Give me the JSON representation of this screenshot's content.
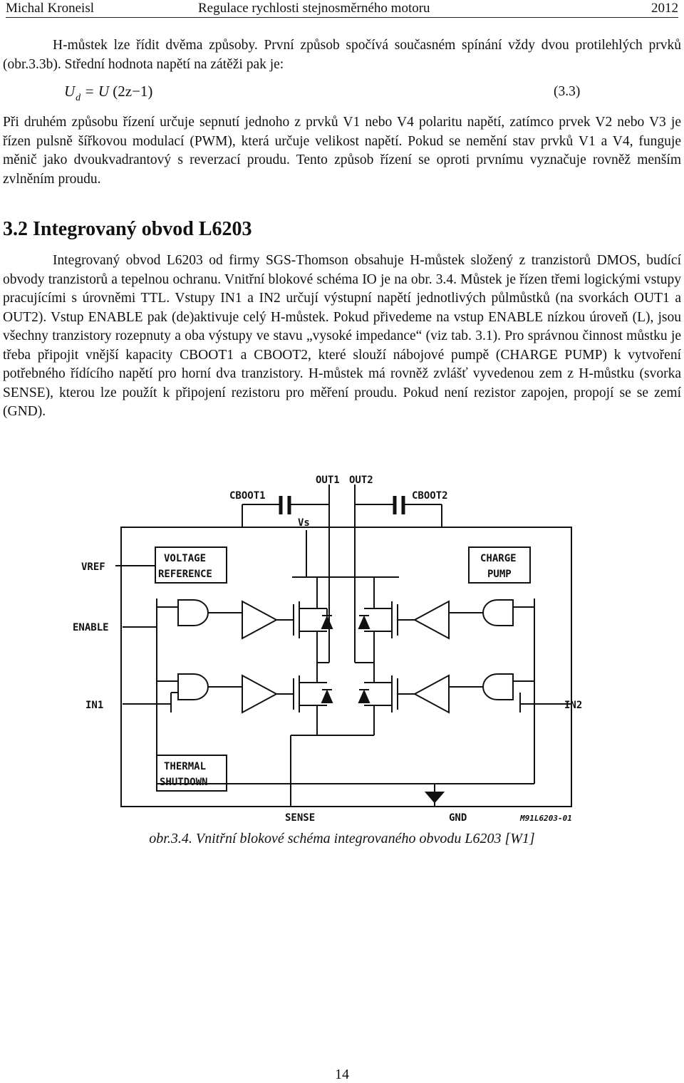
{
  "header": {
    "author": "Michal Kroneisl",
    "title": "Regulace rychlosti stejnosměrného motoru",
    "year": "2012"
  },
  "paragraph1": "H-můstek lze řídit dvěma způsoby. První způsob spočívá současném spínání vždy dvou protilehlých prvků (obr.3.3b). Střední hodnota napětí na zátěži pak je:",
  "equation": {
    "lhs": "U",
    "subscript": "d",
    "rhs_u": "= U",
    "rhs_expr": "(2z−1)",
    "number": "(3.3)"
  },
  "paragraph2": "Při druhém způsobu řízení určuje sepnutí jednoho z prvků V1 nebo V4 polaritu napětí, zatímco prvek V2 nebo V3 je řízen pulsně šířkovou modulací (PWM), která určuje velikost napětí. Pokud se nemění stav prvků V1 a V4, funguje měnič jako dvoukvadrantový s reverzací proudu. Tento způsob řízení se oproti prvnímu vyznačuje rovněž menším zvlněním proudu.",
  "section_heading": "3.2 Integrovaný obvod L6203",
  "paragraph3": "Integrovaný obvod L6203 od firmy SGS-Thomson obsahuje H-můstek složený z tranzistorů DMOS, budící obvody tranzistorů a tepelnou ochranu. Vnitřní blokové schéma IO je na obr. 3.4. Můstek je řízen třemi logickými vstupy pracujícími s úrovněmi TTL. Vstupy IN1 a IN2 určují výstupní napětí jednotlivých půlmůstků (na svorkách OUT1 a OUT2). Vstup ENABLE pak (de)aktivuje celý H-můstek. Pokud přivedeme na vstup ENABLE nízkou úroveň (L), jsou všechny tranzistory rozepnuty a oba výstupy ve stavu „vysoké impedance“ (viz tab. 3.1). Pro správnou činnost můstku je třeba připojit vnější kapacity CBOOT1 a CBOOT2, které slouží nábojové pumpě (CHARGE PUMP) k vytvoření potřebného řídícího napětí pro horní dva tranzistory. H-můstek má rovněž zvlášť vyvedenou zem z H-můstku (svorka SENSE), kterou lze použít k připojení rezistoru pro měření proudu. Pokud není rezistor zapojen, propojí se se zemí (GND).",
  "figure": {
    "labels": {
      "out1": "OUT1",
      "out2": "OUT2",
      "cboot1": "CBOOT1",
      "cboot2": "CBOOT2",
      "vs": "Vs",
      "vref": "VREF",
      "voltage": "VOLTAGE",
      "reference": "REFERENCE",
      "charge": "CHARGE",
      "pump": "PUMP",
      "enable": "ENABLE",
      "in1": "IN1",
      "in2": "IN2",
      "thermal": "THERMAL",
      "shutdown": "SHUTDOWN",
      "sense": "SENSE",
      "gnd": "GND",
      "code": "M91L6203-01"
    }
  },
  "caption": "obr.3.4. Vnitřní blokové schéma integrovaného obvodu L6203 [W1]",
  "page_number": "14"
}
